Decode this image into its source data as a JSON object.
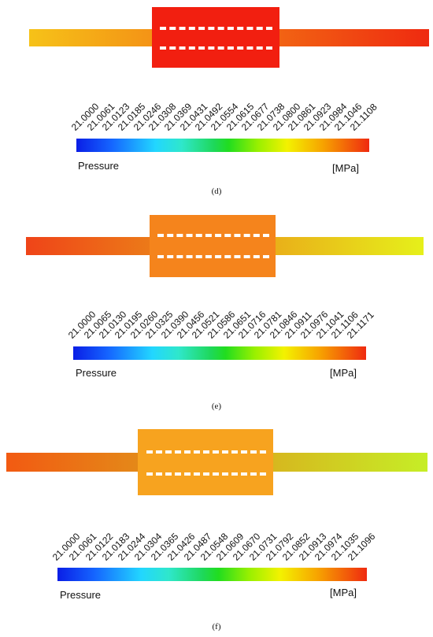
{
  "panels": [
    {
      "caption": "(d)",
      "legend_title": "Pressure",
      "unit": "[MPa]",
      "tick_labels": [
        "21.0000",
        "21.0061",
        "21.0123",
        "21.0185",
        "21.0246",
        "21.0308",
        "21.0369",
        "21.0431",
        "21.0492",
        "21.0554",
        "21.0615",
        "21.0677",
        "21.0738",
        "21.0800",
        "21.0861",
        "21.0923",
        "21.0984",
        "21.1046",
        "21.1108"
      ],
      "colors": {
        "pipe_left": "#f6c218",
        "pipe_right": "#ef2a10",
        "chamber": "#f21f10"
      },
      "slot_rows": 2
    },
    {
      "caption": "(e)",
      "legend_title": "Pressure",
      "unit": "[MPa]",
      "tick_labels": [
        "21.0000",
        "21.0065",
        "21.0130",
        "21.0195",
        "21.0260",
        "21.0325",
        "21.0390",
        "21.0456",
        "21.0521",
        "21.0586",
        "21.0651",
        "21.0716",
        "21.0781",
        "21.0846",
        "21.0911",
        "21.0976",
        "21.1041",
        "21.1106",
        "21.1171"
      ],
      "colors": {
        "pipe_left": "#ef4418",
        "pipe_right": "#e6f01a",
        "chamber": "#f5841c"
      },
      "slot_rows": 2
    },
    {
      "caption": "(f)",
      "legend_title": "Pressure",
      "unit": "[MPa]",
      "tick_labels": [
        "21.0000",
        "21.0061",
        "21.0122",
        "21.0183",
        "21.0244",
        "21.0304",
        "21.0365",
        "21.0426",
        "21.0487",
        "21.0548",
        "21.0609",
        "21.0670",
        "21.0731",
        "21.0792",
        "21.0852",
        "21.0913",
        "21.0974",
        "21.1035",
        "21.1096"
      ],
      "colors": {
        "pipe_left": "#f25a12",
        "pipe_right": "#c6ee26",
        "chamber": "#f7a31f"
      },
      "slot_rows": 2
    }
  ]
}
